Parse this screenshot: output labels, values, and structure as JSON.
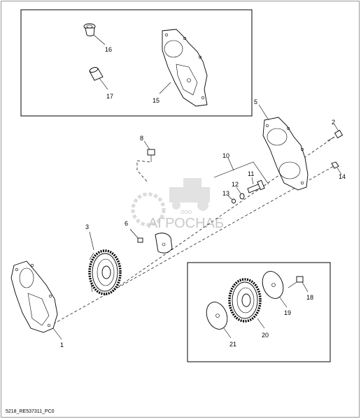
{
  "callouts": {
    "c1": "1",
    "c2": "2",
    "c3": "3",
    "c5": "5",
    "c6": "6",
    "c8": "8",
    "c10": "10",
    "c11": "11",
    "c12": "12",
    "c13": "13",
    "c14": "14",
    "c15": "15",
    "c16": "16",
    "c17": "17",
    "c18": "18",
    "c19": "19",
    "c20": "20",
    "c21": "21"
  },
  "figure_code": "5218_RE537311_PC0",
  "watermark": {
    "text": "АГРОСНАБ",
    "prefix": "ООО"
  }
}
